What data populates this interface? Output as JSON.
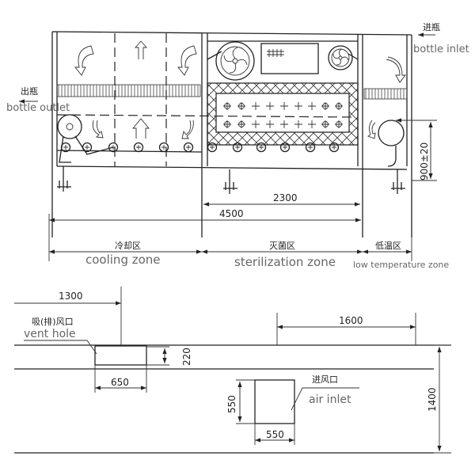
{
  "labels": {
    "bottle_inlet_cn": "进瓶",
    "bottle_inlet_en": "bottle inlet",
    "bottle_outlet_cn": "出瓶",
    "bottle_outlet_en": "bottle outlet",
    "cooling_cn": "冷却区",
    "cooling_en": "cooling zone",
    "sterilization_cn": "灭菌区",
    "sterilization_en": "sterilization zone",
    "low_temp_cn": "低温区",
    "low_temp_en": "low temperature zone",
    "vent_cn": "吸(排)风口",
    "vent_en": "vent hole",
    "air_inlet_cn": "进风口",
    "air_inlet_en": "air inlet"
  },
  "dimensions": {
    "sterilization_length": "2300",
    "total_length": "4500",
    "height": "900±20",
    "vent_offset": "1300",
    "inlet_offset": "1600",
    "vent_height": "220",
    "vent_width": "650",
    "inlet_height": "550",
    "inlet_width": "550",
    "width": "1400"
  }
}
